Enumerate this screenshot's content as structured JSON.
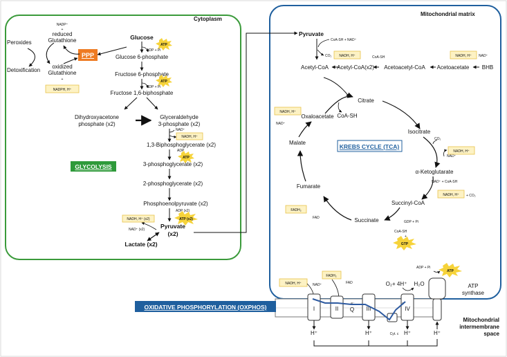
{
  "regions": {
    "cytoplasm": "Cytoplasm",
    "matrix": "Mitochondrial matrix",
    "intermembrane": [
      "Mitochondrial",
      "intermembrane",
      "space"
    ]
  },
  "headers": {
    "glycolysis": "GLYCOLYSIS",
    "krebs": "KREBS CYCLE (TCA)",
    "oxphos": "OXIDATIVE PHOSPHORYLATION (OXPHOS)",
    "ppp": "PPP"
  },
  "colors": {
    "cyto_border": "#3a9a3a",
    "mito_border": "#1f5f9e",
    "glyco_header": "#2e9a3a",
    "krebs_header": "#1f5f9e",
    "oxphos_header": "#1f5f9e",
    "ppp_box": "#ee7b22",
    "cofactor_fill": "#fdf2c4",
    "cofactor_border": "#e8c24a",
    "atp_burst": "#f6d33a",
    "electron_path": "#2d5aa0"
  },
  "ppp_side": {
    "nadp": "NADP⁺",
    "plus1": "+",
    "reduced": "reduced",
    "glutathione1": "Glutathione",
    "peroxides": "Peroxides",
    "detox": "Detoxification",
    "oxidized": "oxidized",
    "glutathione2": "Glutathione",
    "plus2": "+",
    "nadph": "NADPH, H⁺"
  },
  "glycolysis": {
    "glucose": "Glucose",
    "g6p": "Glucose 6-phosphate",
    "f6p": "Fructose 6-phosphate",
    "f16bp": "Fructose 1,6-biphosphate",
    "dhap1": "Dihydroxyacetone",
    "dhap2": "phosphate (x2)",
    "gap1": "Glyceraldehyde",
    "gap2": "3-phosphate (x2)",
    "bpg": "1,3-Biphosphoglycerate (x2)",
    "pg3": "3-phosphoglycerate (x2)",
    "pg2": "2-phosphoglycerate (x2)",
    "pep": "Phosphoenolpyruvate (x2)",
    "pyruvate1": "Pyruvate",
    "pyruvate2": "(x2)",
    "lactate": "Lactate (x2)",
    "atp": "ATP",
    "atp_x2": "ATP (x2)",
    "adp_pi": "ADP + Pi",
    "adp": "ADP",
    "adp_x2": "ADP (x2)",
    "nad": "NAD⁺",
    "nadh_h": "NADH, H⁺",
    "nadh_x2": "NADH, H⁺ (x2)",
    "nad_x2": "NAD⁺ (x2)"
  },
  "krebs": {
    "pyruvate": "Pyruvate",
    "coash_nad": "CoA-SH + NAD⁺",
    "co2": "CO₂",
    "nadh_h": "NADH, H⁺",
    "acetylcoa": "Acetyl-CoA",
    "acetylcoa_x2": "Acetyl-CoA(x2)",
    "coash": "CoA-SH",
    "acetoacetylcoa": "Acetoacetyl-CoA",
    "acetoacetate": "Acetoacetate",
    "bhb": "BHB",
    "nad": "NAD⁺",
    "citrate": "Citrate",
    "oxaloacetate": "Oxaloacetate",
    "isocitrate": "Isocitrate",
    "akg": "α-Ketoglutarate",
    "nad_coash": "NAD⁺  + CoA-SH",
    "co2_tag": "+ CO₂",
    "succinylcoa": "Succinyl-CoA",
    "gdp_pi": "GDP + Pi",
    "plus": "+",
    "gtp": "GTP",
    "succinate": "Succinate",
    "fad": "FAD",
    "fadh2": "FADH₂",
    "fumarate": "Fumarate",
    "malate": "Malate"
  },
  "oxphos": {
    "nadh_h": "NADH, H⁺",
    "nad": "NAD⁺",
    "fadh2": "FADH₂",
    "fad": "FAD",
    "o2": "O₂+ 4H⁺",
    "h2o": "H₂O",
    "adp_pi": "ADP + Pi",
    "atp": "ATP",
    "atp_synthase1": "ATP",
    "atp_synthase2": "synthase",
    "complex1": "I",
    "complex2": "II",
    "complex3": "III",
    "complex4": "IV",
    "q": "Q",
    "cytc": "Cyt. c",
    "eminus": "e⁻",
    "hplus": "H⁺"
  }
}
